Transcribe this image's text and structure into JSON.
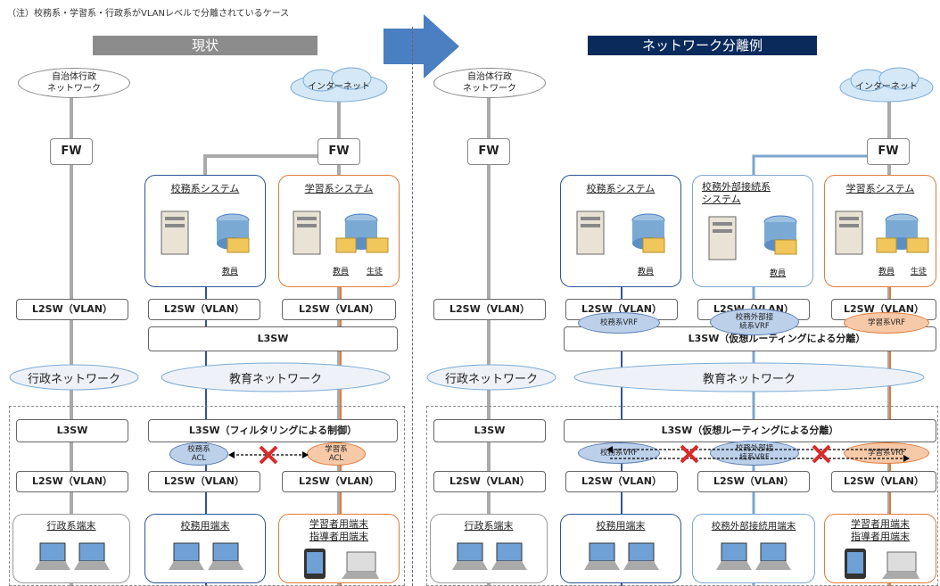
{
  "note": "（注）校務系・学習系・行政系がVLANレベルで分離されているケース",
  "headers": {
    "current": "現状",
    "example": "ネットワーク分離例"
  },
  "left": {
    "gov_net": "自治体行政\nネットワーク",
    "internet": "インターネット",
    "fw": "FW",
    "sys_school": "校務系システム",
    "sys_learn": "学習系システム",
    "teacher": "教員",
    "student": "生徒",
    "l2sw": "L2SW（VLAN）",
    "l3sw": "L3SW",
    "admin_net": "行政ネットワーク",
    "edu_net": "教育ネットワーク",
    "l3sw_bottom_left": "L3SW",
    "l3sw_filter": "L3SW（フィルタリングによる制御）",
    "acl_school": "校務系\nACL",
    "acl_learn": "学習系\nACL",
    "term_admin": "行政系端末",
    "term_school": "校務用端末",
    "term_learn": "学習者用端末\n指導者用端末"
  },
  "right": {
    "gov_net": "自治体行政\nネットワーク",
    "internet": "インターネット",
    "fw": "FW",
    "sys_school": "校務系システム",
    "sys_ext": "校務外部接続系\nシステム",
    "sys_learn": "学習系システム",
    "teacher": "教員",
    "student": "生徒",
    "l2sw": "L2SW（VLAN）",
    "vrf_school": "校務系VRF",
    "vrf_ext": "校務外部接\n続系VRF",
    "vrf_learn": "学習系VRF",
    "l3sw_virtual": "L3SW（仮想ルーティングによる分離）",
    "admin_net": "行政ネットワーク",
    "edu_net": "教育ネットワーク",
    "l3sw_bottom_left": "L3SW",
    "term_admin": "行政系端末",
    "term_school": "校務用端末",
    "term_ext": "校務外部接続用端末",
    "term_learn": "学習者用端末\n指導者用端末"
  },
  "colors": {
    "school": "#2e5597",
    "learn": "#e07b39",
    "ext": "#7ea6cf",
    "block": "#d92b2b",
    "arrow": "#4a7fc1"
  }
}
